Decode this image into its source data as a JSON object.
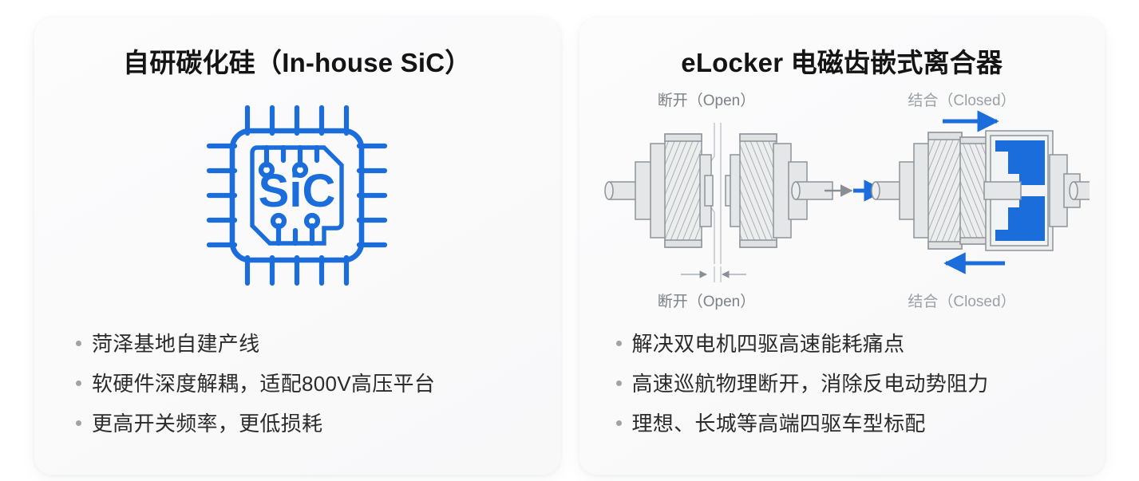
{
  "theme": {
    "page_bg": "#ffffff",
    "card_bg": "#fafafb",
    "accent_blue": "#1a6ddb",
    "title_color": "#141414",
    "body_color": "#2b2b2b",
    "bullet_dot_color": "#a2a2a2",
    "diagram_gray": "#9aa0a6",
    "diagram_fill": "#e9eaec"
  },
  "cards": [
    {
      "title": "自研碳化硅（In-house SiC）",
      "figure": {
        "type": "sic-chip-icon",
        "label": "SiC",
        "color": "#1a6ddb"
      },
      "bullets": [
        "菏泽基地自建产线",
        "软硬件深度解耦，适配800V高压平台",
        "更高开关频率，更低损耗"
      ]
    },
    {
      "title": "eLocker 电磁齿嵌式离合器",
      "figure": {
        "type": "elocker-diagram",
        "panels": [
          {
            "state": "open",
            "top_label": "断开（Open）",
            "bottom_label": "断开（Open）",
            "arrow_color": "#8a8f95"
          },
          {
            "state": "closed",
            "top_label": "结合（Closed）",
            "bottom_label": "结合（Closed）",
            "arrow_color": "#1a6ddb"
          }
        ]
      },
      "bullets": [
        "解决双电机四驱高速能耗痛点",
        "高速巡航物理断开，消除反电动势阻力",
        "理想、长城等高端四驱车型标配"
      ]
    }
  ]
}
